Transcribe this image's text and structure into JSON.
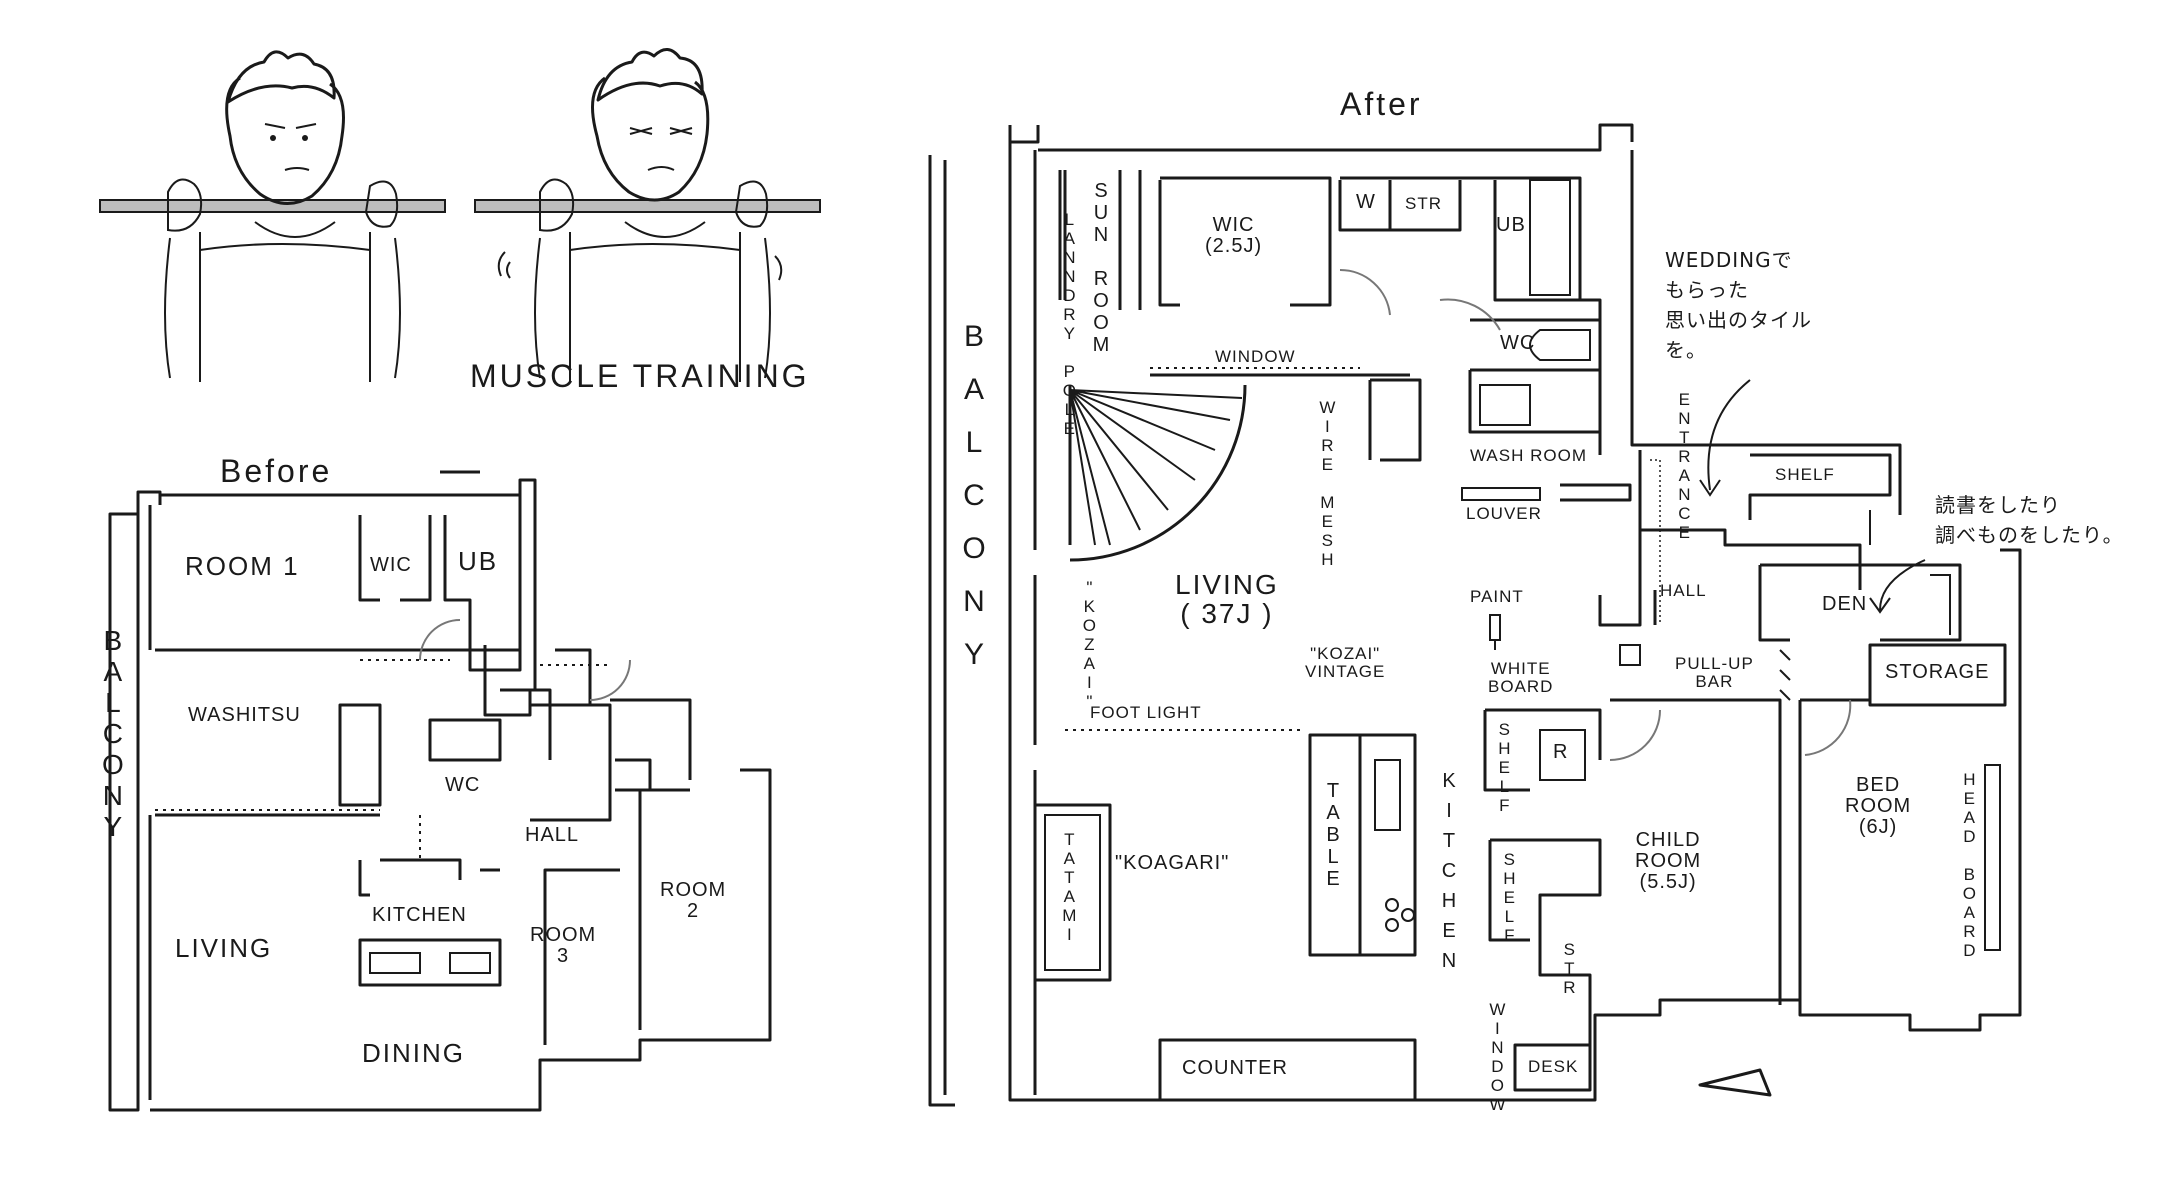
{
  "header": {
    "muscle_training": "MUSCLE TRAINING"
  },
  "before": {
    "title": "Before",
    "labels": {
      "balcony": "BALCONY",
      "room1": "ROOM 1",
      "wic": "WIC",
      "ub": "UB",
      "washitsu": "WASHITSU",
      "wc": "WC",
      "hall": "HALL",
      "kitchen": "KITCHEN",
      "living": "LIVING",
      "room3": "ROOM\n3",
      "room2": "ROOM\n2",
      "dining": "DINING"
    }
  },
  "after": {
    "title": "After",
    "labels": {
      "sunroom": "SUN ROOM",
      "laundry_pole": "LANNDRY POLE",
      "wic": "WIC\n(2.5J)",
      "w": "W",
      "str": "STR",
      "ub": "UB",
      "wc": "WC",
      "window_top": "WINDOW",
      "wire_mesh": "WIRE MESH",
      "wash_room": "WASH ROOM",
      "louver": "LOUVER",
      "entrance": "ENTRANCE",
      "shelf_top": "SHELF",
      "balcony": "BALCONY",
      "kozai_left": "\"KOZAI\"",
      "living": "LIVING\n( 37J )",
      "paint": "PAINT",
      "white_board": "WHITE\nBOARD",
      "hall": "HALL",
      "pull_up_bar": "PULL-UP\nBAR",
      "den": "DEN",
      "storage": "STORAGE",
      "kozai_vintage": "\"KOZAI\"\nVINTAGE",
      "foot_light": "FOOT LIGHT",
      "shelf_mid": "SHELF",
      "r": "R",
      "tatami": "TATAMI",
      "koagari": "\"KOAGARI\"",
      "table": "TABLE",
      "kitchen": "KITCHEN",
      "shelf_low": "SHELF",
      "str_low": "STR",
      "child_room": "CHILD\nROOM\n(5.5J)",
      "bed_room": "BED\nROOM\n(6J)",
      "head_board": "HEAD BOARD",
      "window_low": "WINDOW",
      "desk": "DESK",
      "counter": "COUNTER"
    },
    "notes": {
      "wedding": "WEDDINGで\nもらった\n思い出のタイル\nを。",
      "reading": "読書をしたり\n調べものをしたり。"
    }
  }
}
